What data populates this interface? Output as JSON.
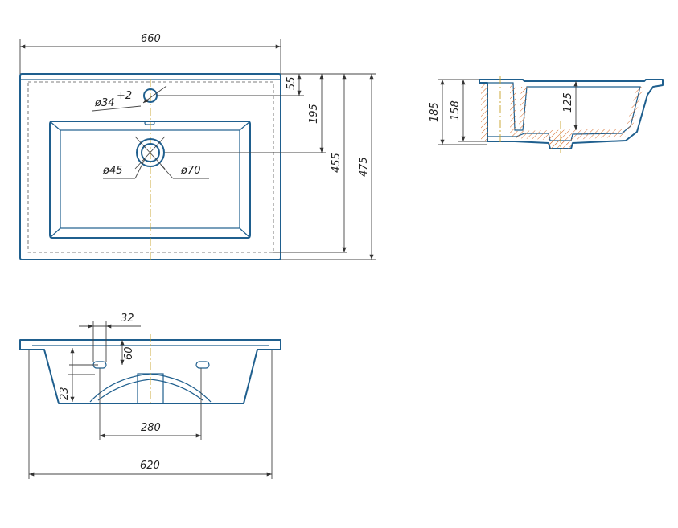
{
  "top_view": {
    "width": "660",
    "tap_hole": "ø34",
    "tap_hole_tol": "+2",
    "drain_small": "ø45",
    "drain_large": "ø70",
    "dim_55": "55",
    "dim_195": "195",
    "dim_455": "455",
    "dim_475": "475"
  },
  "side_view": {
    "dim_185": "185",
    "dim_158": "158",
    "dim_125": "125"
  },
  "front_view": {
    "dim_32": "32",
    "dim_60": "60",
    "dim_23": "23",
    "dim_280": "280",
    "dim_620": "620"
  },
  "colors": {
    "outline": "#1f5f8e",
    "hatch": "#d76b2a",
    "centerline": "#c9a227"
  }
}
